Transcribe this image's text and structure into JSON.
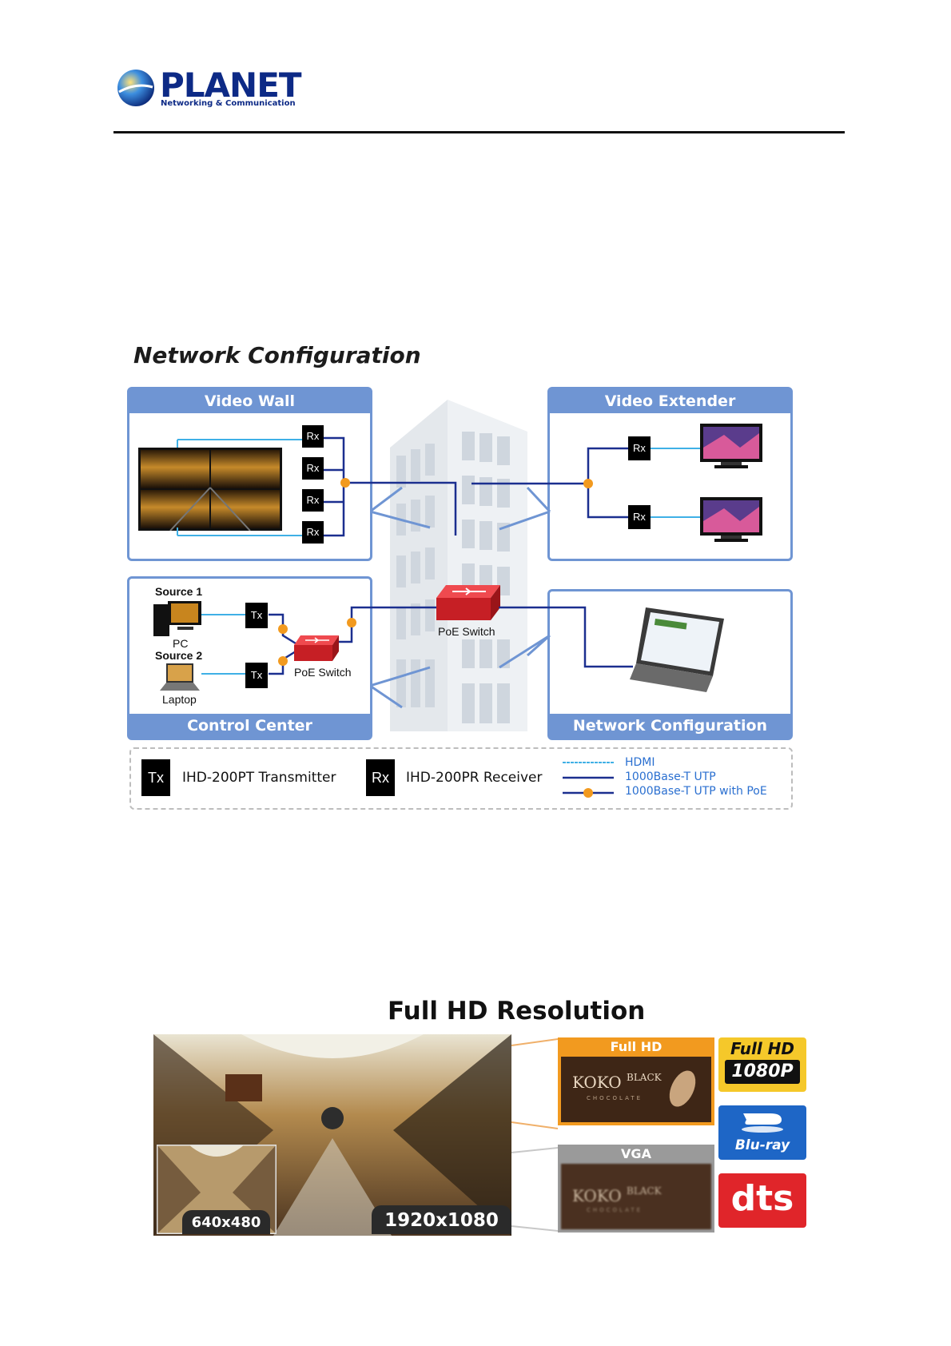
{
  "header": {
    "logo_name": "PLANET",
    "logo_tagline": "Networking & Communication"
  },
  "network": {
    "title": "Network Configuration",
    "panels": {
      "video_wall": "Video Wall",
      "video_extender": "Video Extender",
      "control_center": "Control Center",
      "network_configuration": "Network Configuration"
    },
    "rx_label": "Rx",
    "tx_label": "Tx",
    "poe_switch_label": "PoE Switch",
    "source1": "Source 1",
    "source2": "Source 2",
    "pc": "PC",
    "laptop": "Laptop",
    "legend": {
      "tx_text": "IHD-200PT Transmitter",
      "rx_text": "IHD-200PR Receiver",
      "hdmi": "HDMI",
      "utp": "1000Base-T UTP",
      "utp_poe": "1000Base-T UTP with PoE"
    },
    "colors": {
      "panel": "#6f95d3",
      "hdmi": "#3fb0e6",
      "utp": "#1b2f8f",
      "poe_dot": "#f29a1f",
      "switch": "#d8262b"
    }
  },
  "resolution": {
    "title": "Full HD Resolution",
    "label_small": "640x480",
    "label_large": "1920x1080",
    "full_hd_tab": "Full HD",
    "vga_tab": "VGA",
    "sign_brand": "KOKO",
    "sign_black": "BLACK",
    "sign_sub": "CHOCOLATE",
    "badge_full_hd": "Full HD",
    "badge_1080p": "1080P",
    "badge_bluray": "Blu-ray",
    "badge_dts": "dts"
  }
}
